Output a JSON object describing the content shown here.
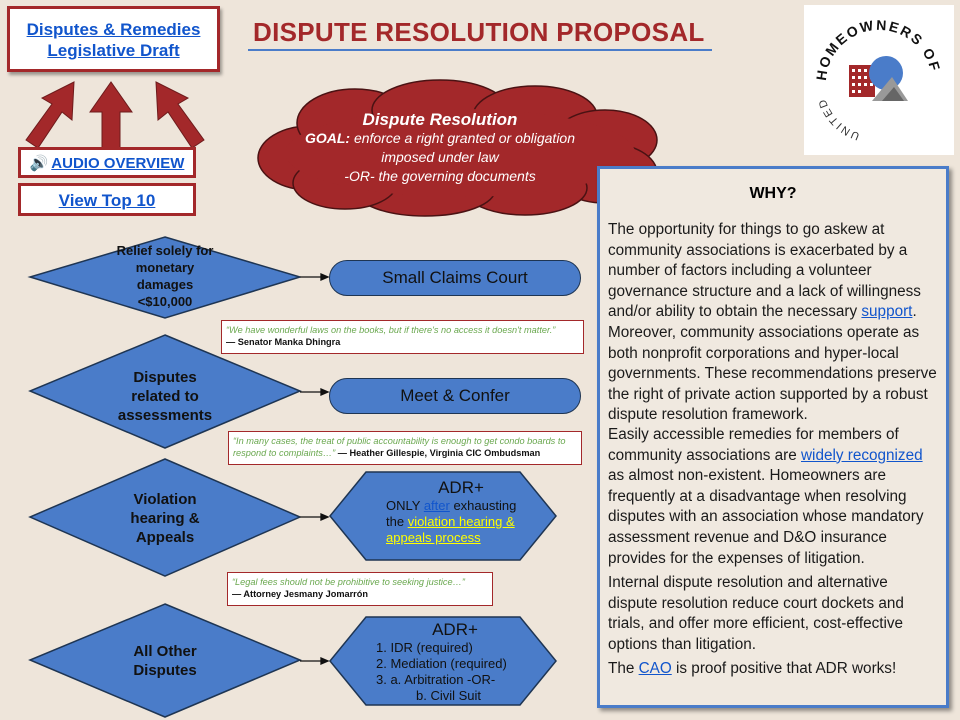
{
  "header": {
    "legislative_draft_line1": "Disputes & Remedies",
    "legislative_draft_line2": "Legislative Draft",
    "audio_icon": "speaker-icon",
    "audio_label": "AUDIO OVERVIEW",
    "top10_label": "View Top 10",
    "title": "DISPUTE RESOLUTION PROPOSAL"
  },
  "cloud": {
    "title": "Dispute Resolution",
    "goal_label": "GOAL:",
    "line1": "enforce a right granted or obligation",
    "line2": "imposed under law",
    "line3": "-OR- the governing documents"
  },
  "logo": {
    "text_top": "HOMEOWNERS OF AMERICA",
    "text_left": "UNITED"
  },
  "flow": {
    "d1": [
      "Relief solely for",
      "monetary",
      "damages",
      "<$10,000"
    ],
    "r1": "Small Claims Court",
    "q1_text": "“We have wonderful laws on the books, but if there's no access it doesn't matter.”",
    "q1_who": "— Senator Manka Dhingra",
    "d2": [
      "Disputes",
      "related to",
      "assessments"
    ],
    "r2": "Meet & Confer",
    "q2_text": "“In many cases, the treat of public accountability is enough to get condo boards to respond to complaints…”",
    "q2_who": "— Heather Gillespie, Virginia CIC Ombudsman",
    "d3": [
      "Violation",
      "hearing &",
      "Appeals"
    ],
    "r3_title": "ADR+",
    "r3_only": "ONLY ",
    "r3_after": "after",
    "r3_exhausting": " exhausting",
    "r3_the": "the ",
    "r3_link1": "violation hearing &",
    "r3_link2": "appeals process",
    "q3_text": "“Legal fees should not be prohibitive to seeking justice…”",
    "q3_who": "— Attorney Jesmany Jomarrón",
    "d4": [
      "All Other",
      "Disputes"
    ],
    "r4_title": "ADR+",
    "r4_items": [
      "1.  IDR (required)",
      "2.  Mediation (required)",
      "3.  a.  Arbitration -OR-",
      "b.  Civil Suit"
    ]
  },
  "why": {
    "title": "WHY?",
    "p1_a": "The opportunity for things to go askew at community associations is exacerbated by a number of factors including a volunteer governance structure and a lack of willingness and/or ability to obtain the necessary ",
    "p1_link": "support",
    "p1_b": ". Moreover, community associations operate as both nonprofit corporations and hyper-local governments.  These recommendations preserve the right of private action supported by a robust dispute resolution framework.",
    "p2_a": "Easily accessible remedies for members of community associations are ",
    "p2_link": "widely recognized",
    "p2_b": " as almost non-existent.  Homeowners are frequently at a disadvantage when resolving disputes with an association whose mandatory assessment revenue and D&O insurance provides for the expenses of litigation.",
    "p3": "Internal dispute resolution and alternative dispute resolution reduce court dockets and trials, and offer more efficient, cost-effective options than litigation.",
    "p4_a": "The ",
    "p4_link": "CAO",
    "p4_b": " is proof positive that ADR works!"
  },
  "colors": {
    "accent_red": "#a3282a",
    "accent_blue": "#4a7cc9",
    "link_blue": "#1155cc",
    "quote_green": "#6aa84f",
    "highlight_yellow": "#ffff00"
  }
}
